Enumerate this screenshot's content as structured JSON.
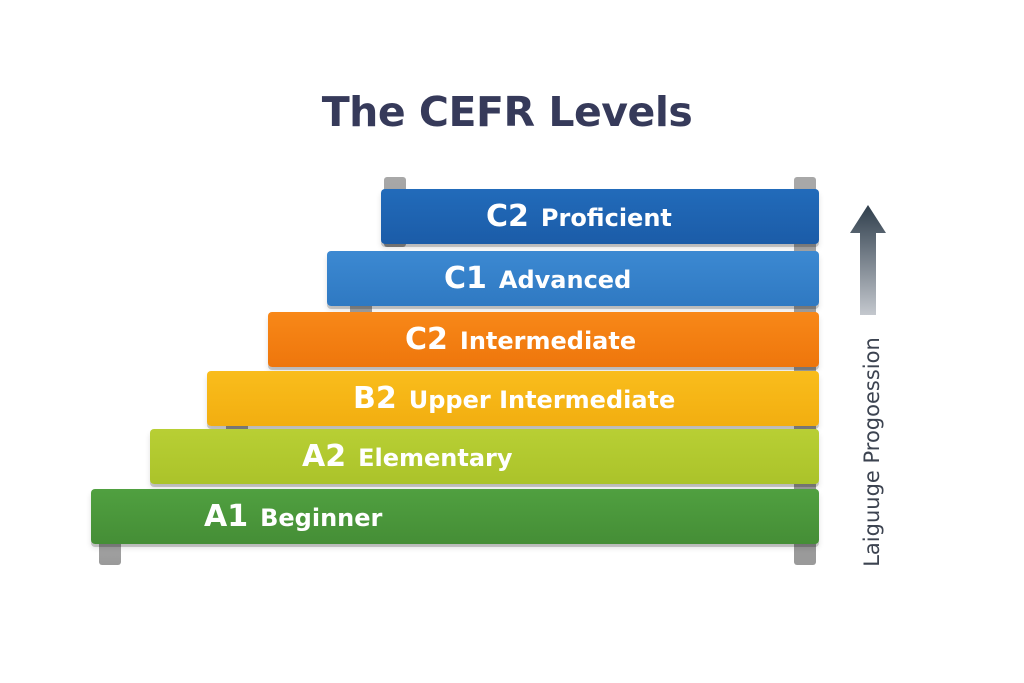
{
  "title": "The CEFR Levels",
  "side_label": "Laiguuge Progoession",
  "arrow_icon": "up-arrow-gradient",
  "levels": [
    {
      "code": "C2",
      "name": "Proficient",
      "color": "#1e62b0"
    },
    {
      "code": "C1",
      "name": "Advanced",
      "color": "#3481cb"
    },
    {
      "code": "C2",
      "name": "Intermediate",
      "color": "#f47d12"
    },
    {
      "code": "B2",
      "name": "Upper Intermediate",
      "color": "#f6b515"
    },
    {
      "code": "A2",
      "name": "Elementary",
      "color": "#b1c92f"
    },
    {
      "code": "A1",
      "name": "Beginner",
      "color": "#4a963a"
    }
  ]
}
